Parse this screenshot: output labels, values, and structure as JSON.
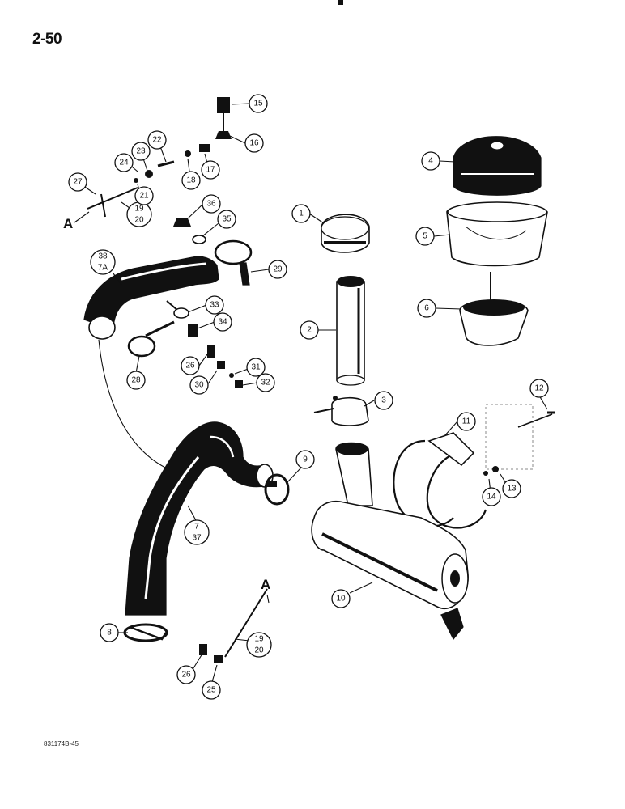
{
  "page_number": "2-50",
  "catalog_code": "831174B-45",
  "ref_letter": "A",
  "callouts": [
    "1",
    "2",
    "3",
    "4",
    "5",
    "6",
    "7",
    "37",
    "7A",
    "38",
    "8",
    "9",
    "10",
    "11",
    "12",
    "13",
    "14",
    "15",
    "16",
    "17",
    "18",
    "19",
    "20",
    "21",
    "22",
    "23",
    "24",
    "25",
    "26",
    "27",
    "28",
    "29",
    "30",
    "31",
    "32",
    "33",
    "34",
    "35",
    "36"
  ],
  "colors": {
    "ink": "#111111",
    "paper": "#ffffff"
  }
}
